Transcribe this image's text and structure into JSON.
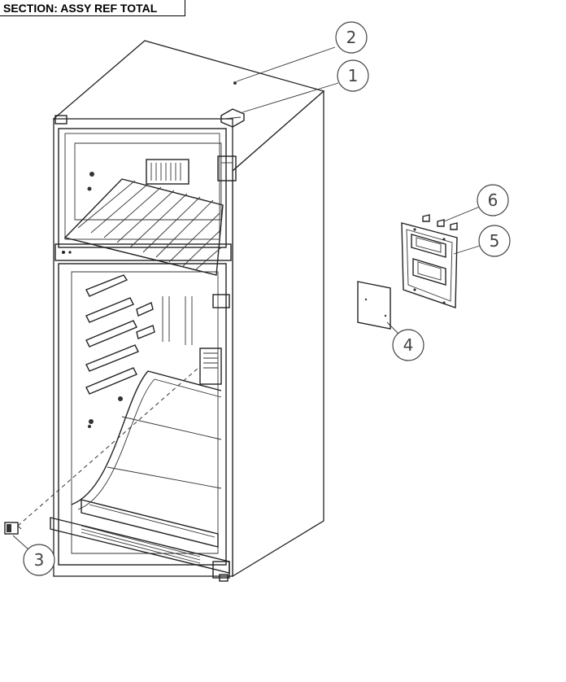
{
  "header": {
    "section_label": "SECTION: ASSY REF TOTAL"
  },
  "callouts": [
    {
      "id": "1",
      "label": "1"
    },
    {
      "id": "2",
      "label": "2"
    },
    {
      "id": "3",
      "label": "3"
    },
    {
      "id": "4",
      "label": "4"
    },
    {
      "id": "5",
      "label": "5"
    },
    {
      "id": "6",
      "label": "6"
    }
  ],
  "colors": {
    "line": "#222222",
    "callout_text": "#444444",
    "background": "#ffffff"
  }
}
